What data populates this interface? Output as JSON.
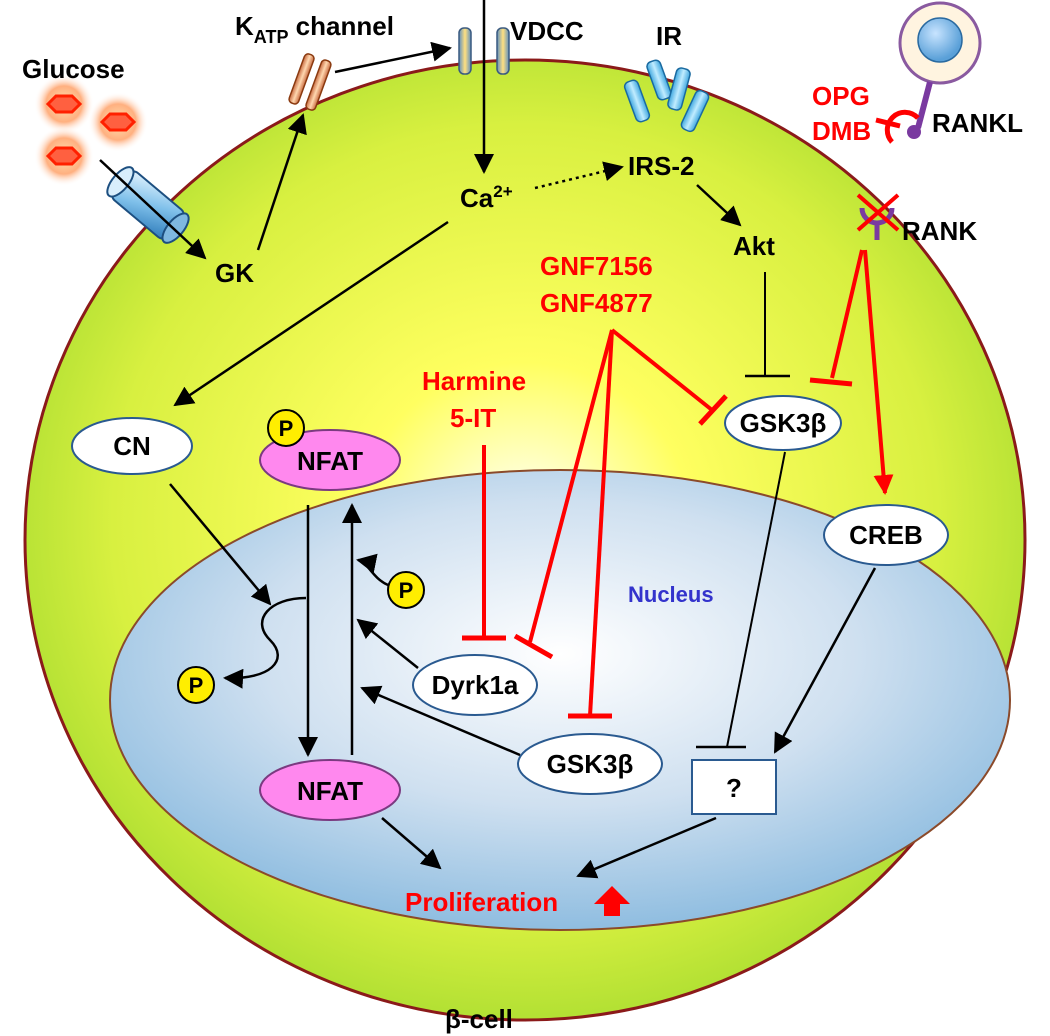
{
  "labels": {
    "glucose": "Glucose",
    "katp_main": "K",
    "katp_sub": "ATP",
    "katp_rest": " channel",
    "vdcc": "VDCC",
    "ir": "IR",
    "irs2": "IRS-2",
    "ca_main": "Ca",
    "ca_sup": "2+",
    "gk": "GK",
    "akt": "Akt",
    "rank": "RANK",
    "rankl": "RANKL",
    "cn": "CN",
    "nfat_top": "NFAT",
    "nfat_bottom": "NFAT",
    "gsk3b_top": "GSK3β",
    "gsk3b_bottom": "GSK3β",
    "creb": "CREB",
    "dyrk1a": "Dyrk1a",
    "unknown": "?",
    "nucleus": "Nucleus",
    "proliferation": "Proliferation",
    "cell": "β-cell",
    "p": "P"
  },
  "inhibitors": {
    "opg": "OPG",
    "dmb": "DMB",
    "gnf7156": "GNF7156",
    "gnf4877": "GNF4877",
    "harmine": "Harmine",
    "five_it": "5-IT"
  },
  "colors": {
    "inhibitor": "#ff0000",
    "nucleus_label": "#3333cc",
    "nfat_fill": "#ff88ee",
    "phospho_fill": "#ffee00",
    "cell_outline": "#8b1a1a"
  }
}
